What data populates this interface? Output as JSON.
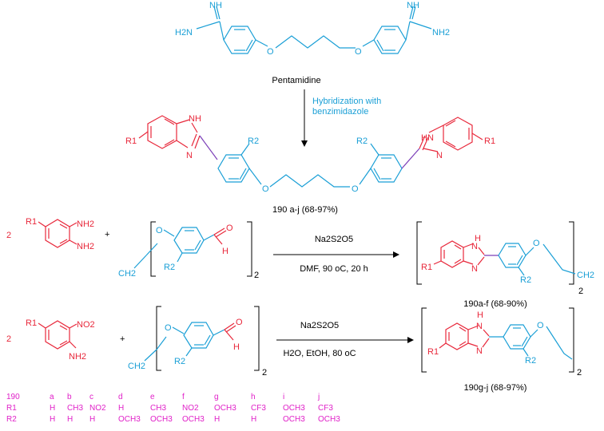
{
  "top": {
    "name": "Pentamidine",
    "amidine_left": {
      "imine": "NH",
      "amine": "H2N"
    },
    "amidine_right": {
      "imine": "NH",
      "amine": "NH2"
    },
    "oxygen": "O"
  },
  "step1": {
    "line1": "Hybridization with",
    "line2": "benzimidazole"
  },
  "hybrid": {
    "label": "190 a-j (68-97%)",
    "r1": "R1",
    "r2": "R2",
    "nh": "NH",
    "n": "N",
    "hn": "HN",
    "o": "O"
  },
  "reaction1": {
    "coef": "2",
    "reagent_above": "Na2S2O5",
    "conditions": "DMF, 90 oC, 20 h",
    "product_label": "190a-f (68-90%)",
    "nh2_top": "NH2",
    "nh2_bot": "NH2",
    "plus": "+",
    "subscript": "2",
    "aldehyde": "H",
    "carbonyl_o": "O",
    "ch2": "CH2"
  },
  "reaction2": {
    "coef": "2",
    "reagent_above": "Na2S2O5",
    "conditions": "H2O, EtOH, 80 oC",
    "product_label": "190g-j (68-97%)",
    "no2": "NO2",
    "nh2": "NH2",
    "plus": "+",
    "subscript": "2",
    "aldehyde": "H",
    "carbonyl_o": "O",
    "ch2": "CH2"
  },
  "table": {
    "header": [
      "190",
      "a",
      "b",
      "c",
      "d",
      "e",
      "f",
      "g",
      "h",
      "i",
      "j"
    ],
    "r1": [
      "R1",
      "H",
      "CH3",
      "NO2",
      "H",
      "CH3",
      "NO2",
      "OCH3",
      "CF3",
      "OCH3",
      "CF3"
    ],
    "r2": [
      "R2",
      "H",
      "H",
      "H",
      "OCH3",
      "OCH3",
      "OCH3",
      "H",
      "H",
      "OCH3",
      "OCH3"
    ]
  }
}
